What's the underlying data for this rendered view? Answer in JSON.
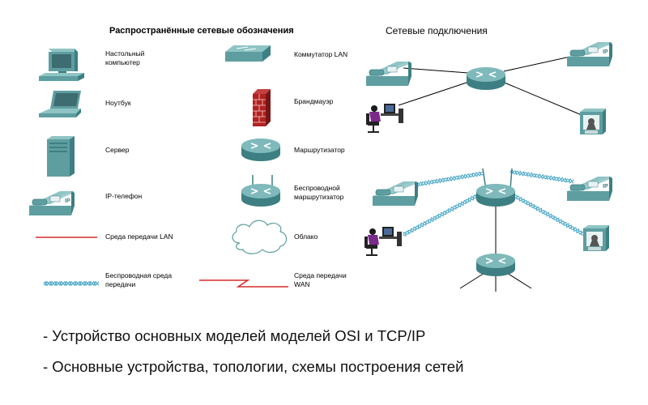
{
  "legend_title": "Распространённые сетевые обозначения",
  "connections_title": "Сетевые  подключения",
  "legend": {
    "desktop": [
      "Настольный",
      "компьютер"
    ],
    "laptop": "Ноутбук",
    "server": "Сервер",
    "ip_phone": "IP-телефон",
    "lan_medium": "Среда передачи LAN",
    "wireless_medium": [
      "Беспроводная среда",
      "передачи"
    ],
    "lan_switch": "Коммутатор LAN",
    "firewall": "Брандмауэр",
    "router": "Маршрутизатор",
    "wireless_router": [
      "Беспроводной",
      "маршрутизатор"
    ],
    "cloud": "Облако",
    "wan_medium": [
      "Среда передачи",
      "WAN"
    ]
  },
  "phone_badge": "IP",
  "bullets": [
    "- Устройство основных моделей моделей OSI и TCP/IP",
    "- Основные устройства, топологии, схемы построения сетей"
  ],
  "colors": {
    "device_teal": "#5f9ea0",
    "lan_line": "#d62a2a",
    "wireless_line": "#4aa8c8",
    "firewall": "#b22222",
    "person": "#7a2a8a"
  }
}
